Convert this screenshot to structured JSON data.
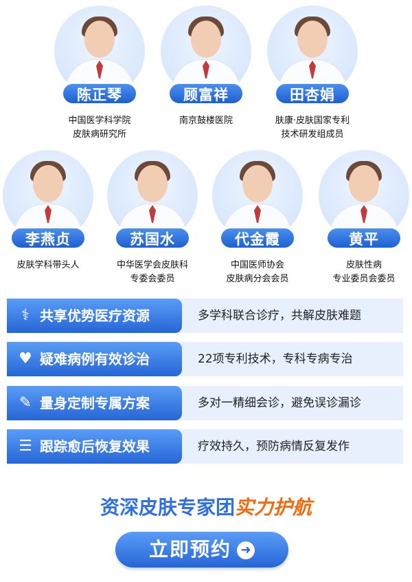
{
  "doctors_row1": [
    {
      "name": "陈正琴",
      "lines": [
        "中国医学科学院",
        "皮肤病研究所"
      ]
    },
    {
      "name": "顾富祥",
      "lines": [
        "南京鼓楼医院"
      ]
    },
    {
      "name": "田杏娟",
      "lines": [
        "肤康·皮肤国家专利",
        "技术研发组成员"
      ]
    }
  ],
  "doctors_row2": [
    {
      "name": "李燕贞",
      "lines": [
        "皮肤学科带头人"
      ]
    },
    {
      "name": "苏国水",
      "lines": [
        "中华医学会皮肤科",
        "专委会委员"
      ]
    },
    {
      "name": "代金霞",
      "lines": [
        "中国医师协会",
        "皮肤病分会会员"
      ]
    },
    {
      "name": "黄平",
      "lines": [
        "皮肤性病",
        "专业委员会委员"
      ]
    }
  ],
  "features": [
    {
      "icon": "doctor-icon",
      "title": "共享优势医疗资源",
      "desc": "多学科联合诊疗，共解皮肤难题"
    },
    {
      "icon": "patient-care-icon",
      "title": "疑难病例有效诊治",
      "desc": "22项专利技术，专科专病专治"
    },
    {
      "icon": "tools-icon",
      "title": "量身定制专属方案",
      "desc": "多对一精细会诊，避免误诊漏诊"
    },
    {
      "icon": "clipboard-icon",
      "title": "跟踪愈后恢复效果",
      "desc": "疗效持久，预防病情反复发作"
    }
  ],
  "slogan": {
    "main": "资深皮肤专家团",
    "accent": "实力护航"
  },
  "cta": {
    "label": "立即预约"
  }
}
